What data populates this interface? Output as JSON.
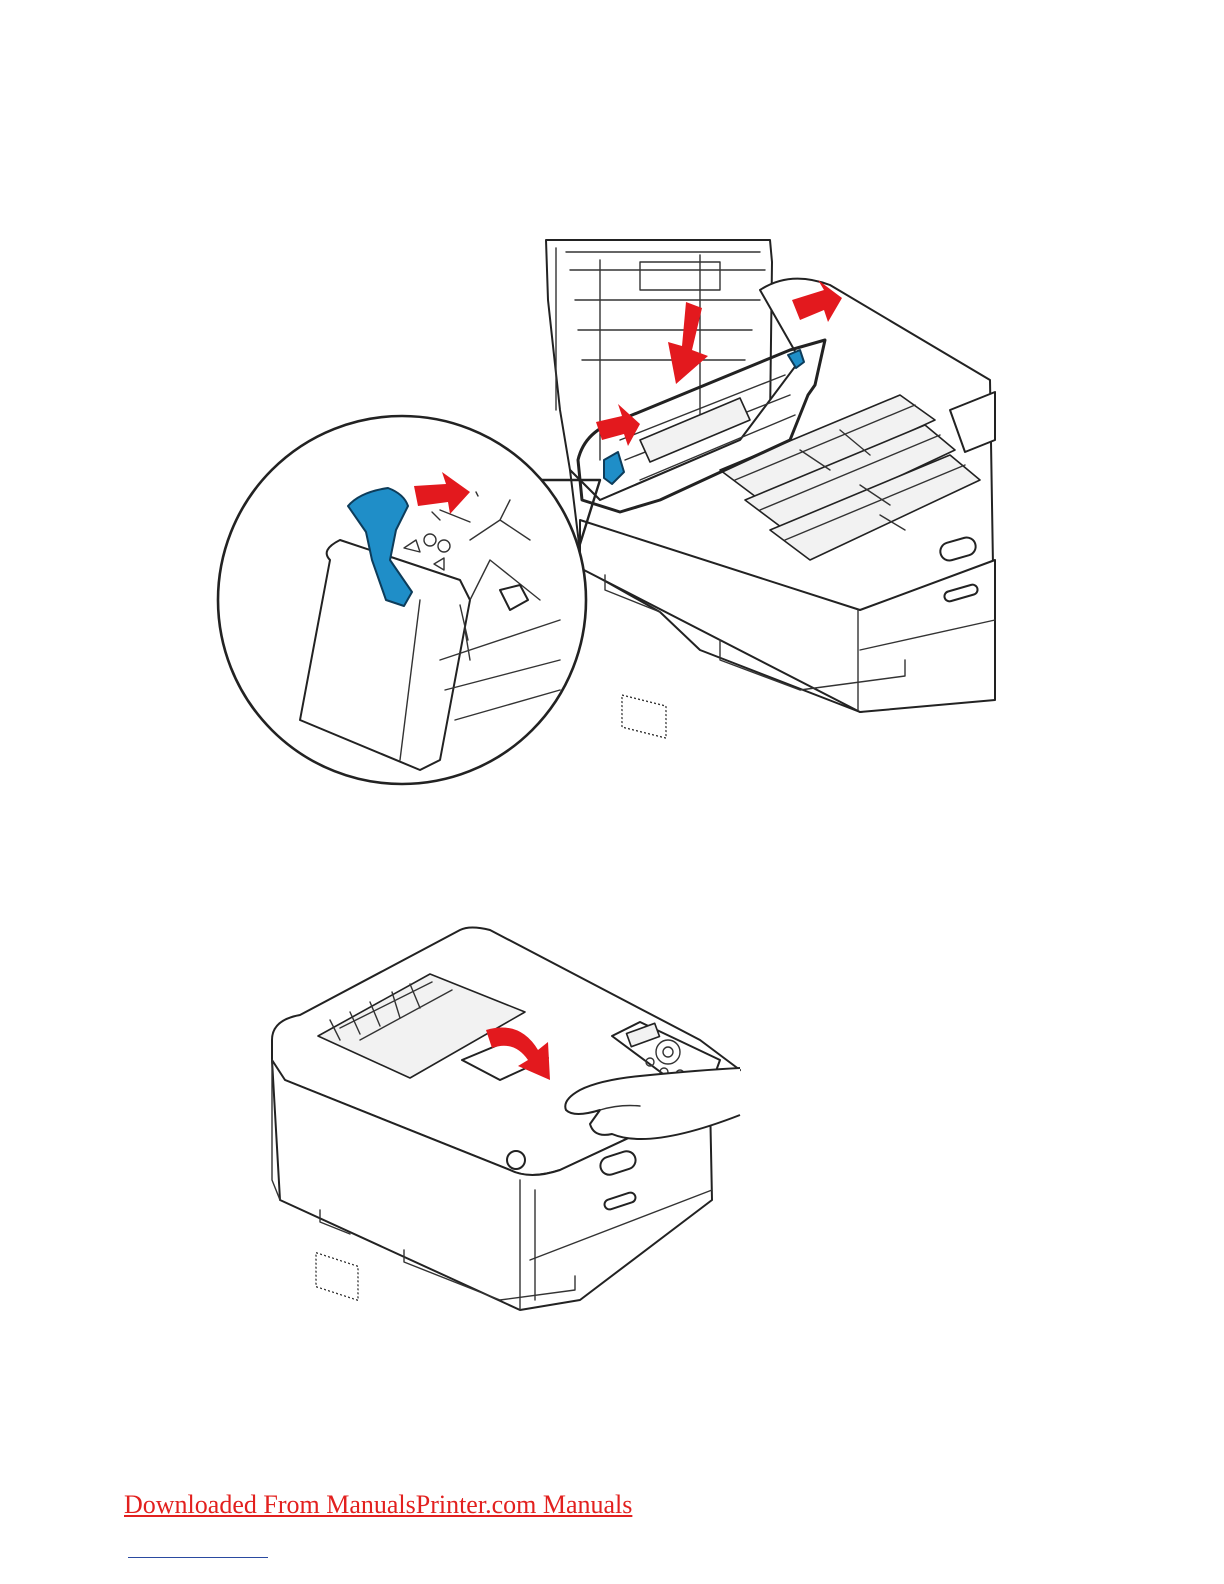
{
  "footer": {
    "link_text": "Downloaded From ManualsPrinter.com Manuals"
  },
  "colors": {
    "arrow": "#e3191e",
    "lever": "#1f8ec8",
    "link": "#e2201e"
  },
  "figures": [
    {
      "icon": "printer-open-fuser-install-illustration"
    },
    {
      "icon": "printer-close-top-cover-illustration"
    }
  ]
}
